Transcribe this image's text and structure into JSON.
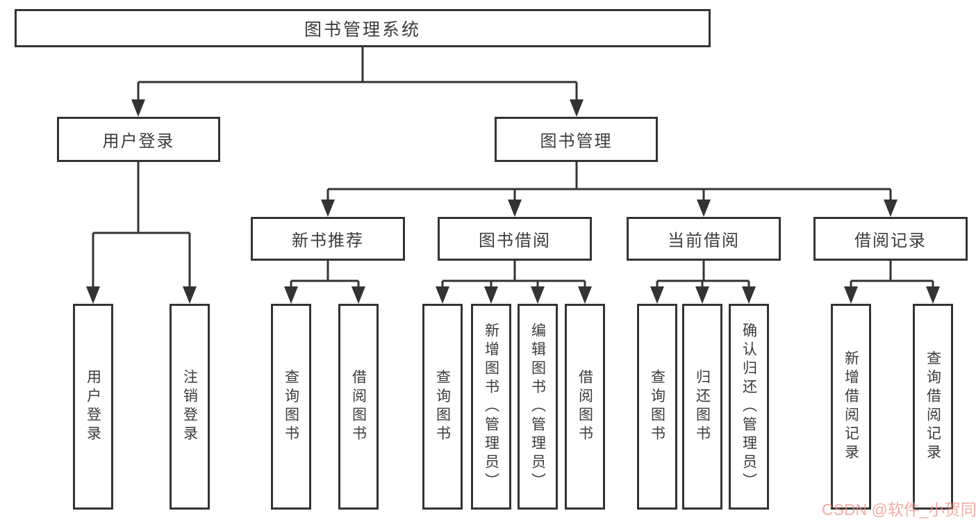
{
  "colors": {
    "line": "#333333",
    "box_border": "#333333",
    "text": "#3b3b3b",
    "background": "#ffffff",
    "watermark": "#f08c80"
  },
  "nodes": {
    "root": {
      "label": "图书管理系统"
    },
    "user_login": {
      "label": "用户登录"
    },
    "book_management": {
      "label": "图书管理"
    },
    "new_book_recommend": {
      "label": "新书推荐"
    },
    "book_borrow": {
      "label": "图书借阅"
    },
    "current_borrow": {
      "label": "当前借阅"
    },
    "borrow_records": {
      "label": "借阅记录"
    },
    "leaf_user_login": {
      "label": "用户登录"
    },
    "leaf_logout": {
      "label": "注销登录"
    },
    "leaf_query_books_recommend": {
      "label": "查询图书"
    },
    "leaf_borrow_books_recommend": {
      "label": "借阅图书"
    },
    "leaf_query_books_borrow": {
      "label": "查询图书"
    },
    "leaf_add_books_admin": {
      "label": "新增图书（管理员）"
    },
    "leaf_edit_books_admin": {
      "label": "编辑图书（管理员）"
    },
    "leaf_borrow_books_borrow": {
      "label": "借阅图书"
    },
    "leaf_query_books_current": {
      "label": "查询图书"
    },
    "leaf_return_books": {
      "label": "归还图书"
    },
    "leaf_confirm_return_admin": {
      "label": "确认归还（管理员）"
    },
    "leaf_add_borrow_record": {
      "label": "新增借阅记录"
    },
    "leaf_query_borrow_record": {
      "label": "查询借阅记录"
    }
  },
  "watermark": {
    "text": "CSDN @软件_小贺同学"
  }
}
